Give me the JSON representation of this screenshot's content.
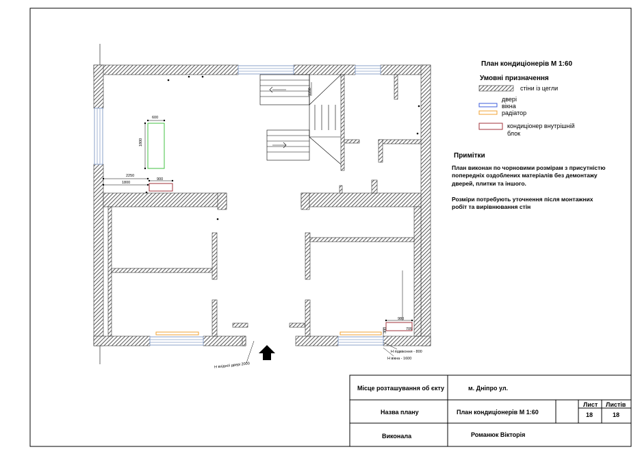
{
  "legend": {
    "title": "План кондиціонерів М 1:60",
    "subtitle": "Умовні призначення",
    "items": [
      {
        "label": "стіни із цегли"
      },
      {
        "label": "двері"
      },
      {
        "label": "вікна"
      },
      {
        "label": "радіатор"
      },
      {
        "label": "кондиціонер внутрішній"
      },
      {
        "label": "блок"
      }
    ]
  },
  "notes": {
    "title": "Примітки",
    "p1": "План виконан по чорновими розмірам з присутністю попередніх оздоблених матеріалів без демонтажу дверей, плитки та іншого.",
    "p2": "Розміри потребують уточнення після монтажних робіт та вирівнювання стін"
  },
  "dimensions": {
    "d600": "600",
    "d1800v": "1800",
    "d2250": "2250",
    "d1800": "1800",
    "d900a": "900",
    "d1150": "1150",
    "d980": "980",
    "d705": "705",
    "d300": "300",
    "entrance": "Н вхідної двері 2000",
    "sill": "Н підвіконня - 800",
    "window_h": "Н вікна - 1600"
  },
  "titleblock": {
    "location_label": "Місце розташування об єкту",
    "location_value": "м. Дніпро ул.",
    "plan_label": "Назва плану",
    "plan_value": "План кондиціонерів М 1:60",
    "sheet_label": "Лист",
    "sheets_label": "Листів",
    "sheet_value": "18",
    "sheets_value": "18",
    "author_label": "Виконала",
    "author_value": "Романюк Вікторія"
  },
  "colors": {
    "wall": "#555555",
    "door": "#3b5bdb",
    "window": "#8aa0c8",
    "radiator": "#f0a030",
    "ac_unit": "#a0303a",
    "ac_green": "#40c040"
  }
}
